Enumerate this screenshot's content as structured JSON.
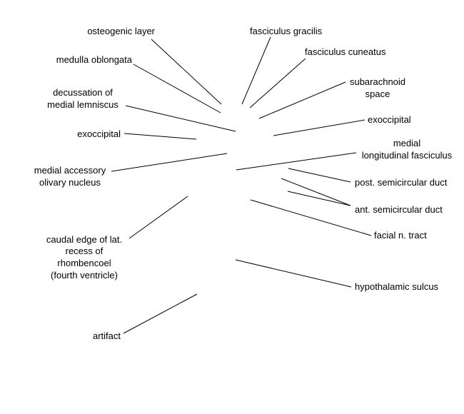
{
  "labels": {
    "osteogenic_layer": "osteogenic layer",
    "medulla_oblongata": "medulla oblongata",
    "decussation_line1": "decussation of",
    "decussation_line2": "medial lemniscus",
    "exoccipital_left": "exoccipital",
    "medial_accessory_line1": "medial accessory",
    "medial_accessory_line2": "olivary nucleus",
    "caudal_edge_line1": "caudal edge of lat.",
    "caudal_edge_line2": "recess of",
    "caudal_edge_line3": "rhombencoel",
    "caudal_edge_line4": "(fourth ventricle)",
    "artifact": "artifact",
    "fasciculus_gracilis": "fasciculus gracilis",
    "fasciculus_cuneatus": "fasciculus cuneatus",
    "subarachnoid_line1": "subarachnoid",
    "subarachnoid_line2": "space",
    "exoccipital_right": "exoccipital",
    "mlf_line1": "medial",
    "mlf_line2": "longitudinal fasciculus",
    "post_semicircular_duct": "post. semicircular duct",
    "ant_semicircular_duct": "ant. semicircular duct",
    "facial_n_tract": "facial n. tract",
    "hypothalamic_sulcus": "hypothalamic sulcus"
  }
}
